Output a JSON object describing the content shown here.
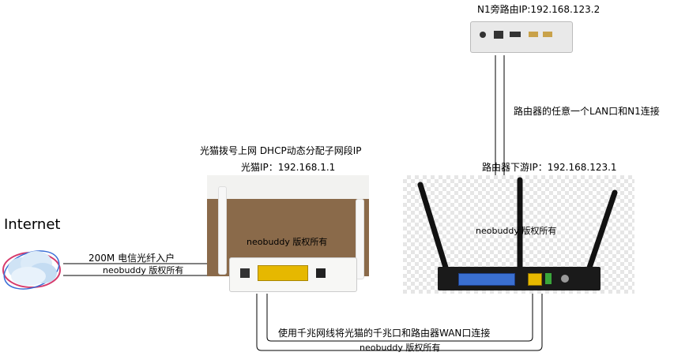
{
  "internet": {
    "title": "Internet"
  },
  "links": {
    "fiber_label": "200M 电信光纤入户",
    "fiber_watermark": "neobuddy 版权所有",
    "gigabit_label": "使用千兆网线将光猫的千兆口和路由器WAN口连接",
    "gigabit_watermark": "neobuddy 版权所有",
    "lan_n1_label": "路由器的任意一个LAN口和N1连接"
  },
  "modem": {
    "caption_line1": "光猫拨号上网 DHCP动态分配子网段IP",
    "caption_line2": "光猫IP：192.168.1.1",
    "watermark": "neobuddy 版权所有"
  },
  "router": {
    "caption": "路由器下游IP：192.168.123.1",
    "watermark": "neobuddy 版权所有"
  },
  "n1": {
    "caption": "N1旁路由IP:192.168.123.2"
  },
  "colors": {
    "line": "#000000",
    "modem_bg": "#8a6a4a",
    "router_body": "#1a1a1a",
    "lan_port": "#3a6fd0",
    "modem_port": "#e6b800"
  }
}
